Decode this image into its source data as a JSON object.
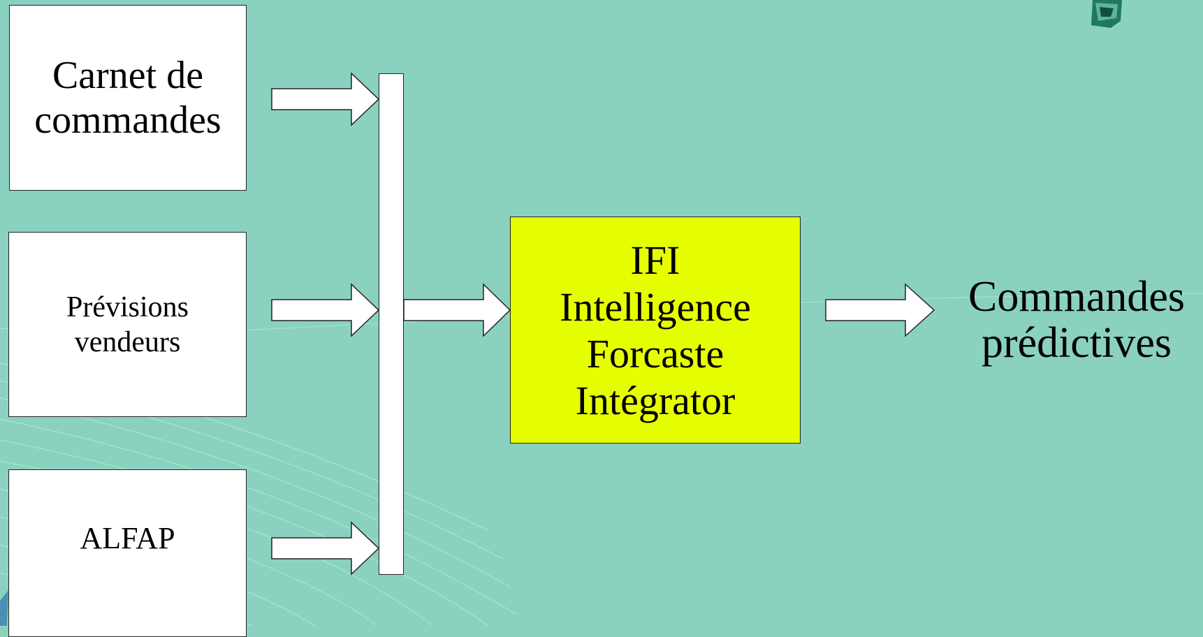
{
  "inputs": {
    "carnet": [
      "Carnet de",
      "commandes"
    ],
    "previsions": [
      "Prévisions",
      "vendeurs"
    ],
    "alfap": "ALFAP"
  },
  "processor": {
    "lines": [
      "IFI",
      "Intelligence",
      "Forcaste",
      "Intégrator"
    ],
    "fill_color": "#e6ff00"
  },
  "output": {
    "lines": [
      "Commandes",
      "prédictives"
    ]
  },
  "background_color": "#8ad2bf"
}
